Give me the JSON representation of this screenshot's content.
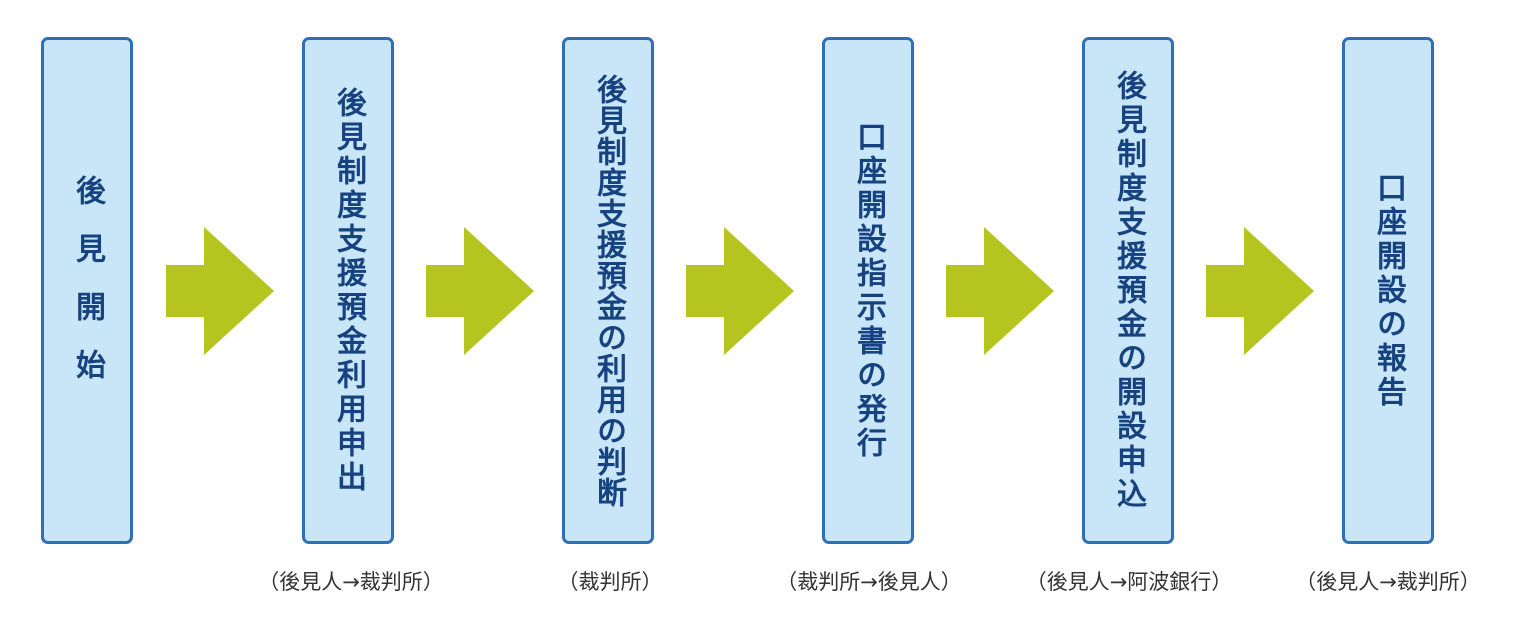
{
  "steps": [
    {
      "label": "後見開始"
    },
    {
      "label": "後見制度支援預金利用申出"
    },
    {
      "label": "後見制度支援預金の利用の判断"
    },
    {
      "label": "口座開設指示書の発行"
    },
    {
      "label": "後見制度支援預金の開設申込"
    },
    {
      "label": "口座開設の報告"
    }
  ],
  "captions": [
    "（後見人→裁判所）",
    "（裁判所）",
    "（裁判所→後見人）",
    "（後見人→阿波銀行）",
    "（後見人→裁判所）"
  ],
  "colors": {
    "box_fill": "#c9e6f8",
    "box_border": "#2f6fb7",
    "text": "#16427f",
    "arrow": "#b5c41f",
    "caption": "#333333"
  }
}
